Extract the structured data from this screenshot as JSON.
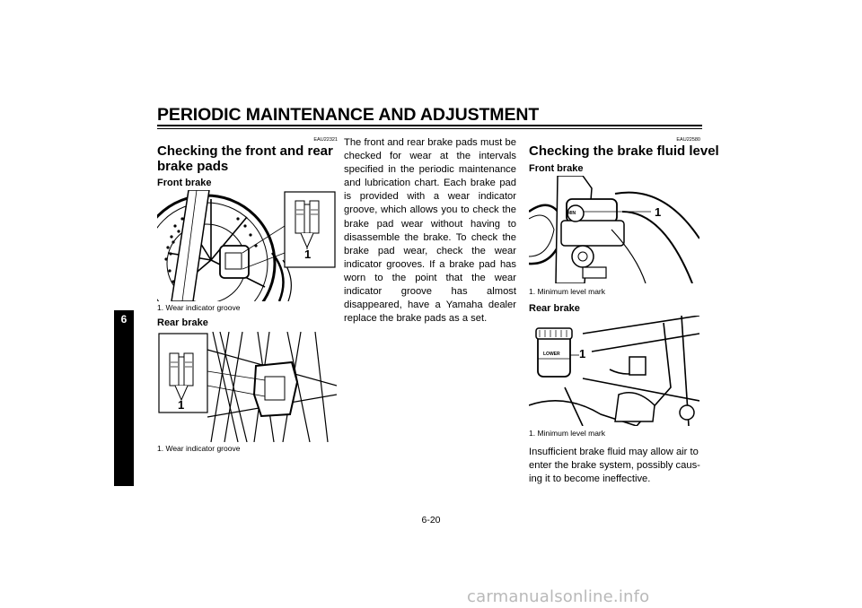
{
  "header": {
    "title": "PERIODIC MAINTENANCE AND ADJUSTMENT"
  },
  "chapter_tab": {
    "number": "6"
  },
  "section_pads": {
    "code": "EAU22321",
    "title_line1": "Checking the front and rear",
    "title_line2": "brake pads",
    "front_heading": "Front brake",
    "front_caption": "1.  Wear indicator groove",
    "front_callout": "1",
    "rear_heading": "Rear brake",
    "rear_caption": "1.  Wear indicator groove",
    "rear_callout": "1",
    "paragraph": "The front and rear brake pads must be checked for wear at the intervals specified in the periodic maintenance and lubrication chart. Each brake pad is provided with a wear indicator groove, which allows you to check the brake pad wear without having to disassemble the brake. To check the brake pad wear, check the wear indicator grooves. If a brake pad has worn to the point that the wear indicator groove has almost disappeared, have a Yamaha dealer replace the brake pads as a set."
  },
  "section_fluid": {
    "code": "EAU22580",
    "title": "Checking the brake fluid level",
    "front_heading": "Front brake",
    "front_caption": "1.  Minimum level mark",
    "front_callout": "1",
    "front_mark": "MIN",
    "rear_heading": "Rear brake",
    "rear_caption": "1.  Minimum level mark",
    "rear_callout": "1",
    "rear_mark": "LOWER",
    "paragraph_lines": [
      "Insufficient brake fluid may allow air to",
      "enter the brake system, possibly caus-",
      "ing it to become ineffective."
    ]
  },
  "footer": {
    "page": "6-20"
  },
  "watermark": {
    "text": "carmanualsonline.info"
  }
}
